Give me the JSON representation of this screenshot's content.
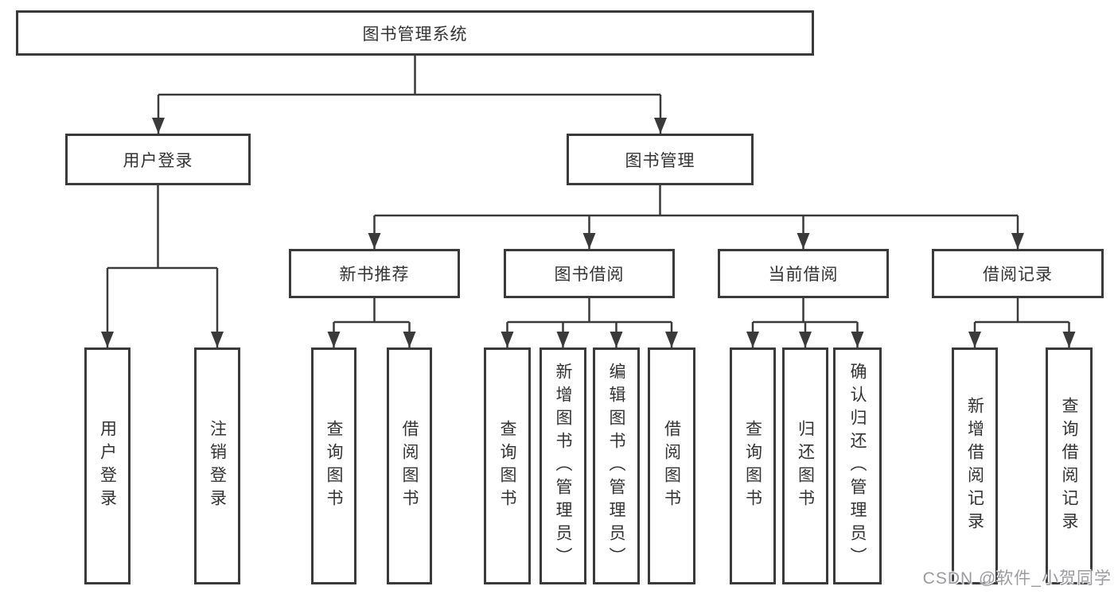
{
  "diagram": {
    "title": "图书管理系统",
    "root": {
      "label": "图书管理系统"
    },
    "level2": [
      {
        "id": "user-login",
        "label": "用户登录"
      },
      {
        "id": "book-management",
        "label": "图书管理"
      }
    ],
    "level3": [
      {
        "id": "new-book-recommend",
        "label": "新书推荐"
      },
      {
        "id": "book-borrow",
        "label": "图书借阅"
      },
      {
        "id": "current-borrow",
        "label": "当前借阅"
      },
      {
        "id": "borrow-records",
        "label": "借阅记录"
      }
    ],
    "leaves": {
      "user_login": [
        "用户登录",
        "注销登录"
      ],
      "new_book_recommend": [
        "查询图书",
        "借阅图书"
      ],
      "book_borrow": [
        "查询图书",
        "新增图书（管理员）",
        "编辑图书（管理员）",
        "借阅图书"
      ],
      "current_borrow": [
        "查询图书",
        "归还图书",
        "确认归还（管理员）"
      ],
      "borrow_records": [
        "新增借阅记录",
        "查询借阅记录"
      ]
    }
  },
  "watermark": {
    "text": "CSDN @软件_小贺同学"
  },
  "colors": {
    "line": "#3a3a3a",
    "text": "#333333",
    "watermark": "#9b9b9f",
    "background": "#ffffff"
  }
}
